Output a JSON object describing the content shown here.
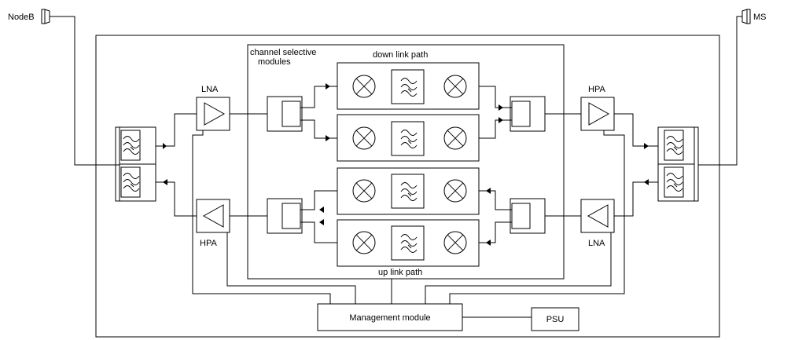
{
  "labels": {
    "nodeb": "NodeB",
    "ms": "MS",
    "channel_selective_1": "channel selective",
    "channel_selective_2": "modules",
    "down_link_path": "down link path",
    "up_link_path": "up link path",
    "lna_left": "LNA",
    "hpa_left": "HPA",
    "hpa_right": "HPA",
    "lna_right": "LNA",
    "management_module": "Management module",
    "psu": "PSU"
  },
  "icons": {
    "antenna": "antenna-icon",
    "filter": "bandpass-filter-icon",
    "mixer": "mixer-icon",
    "amplifier": "amplifier-triangle-icon",
    "splitter": "splitter-icon",
    "arrow": "arrow-icon"
  }
}
